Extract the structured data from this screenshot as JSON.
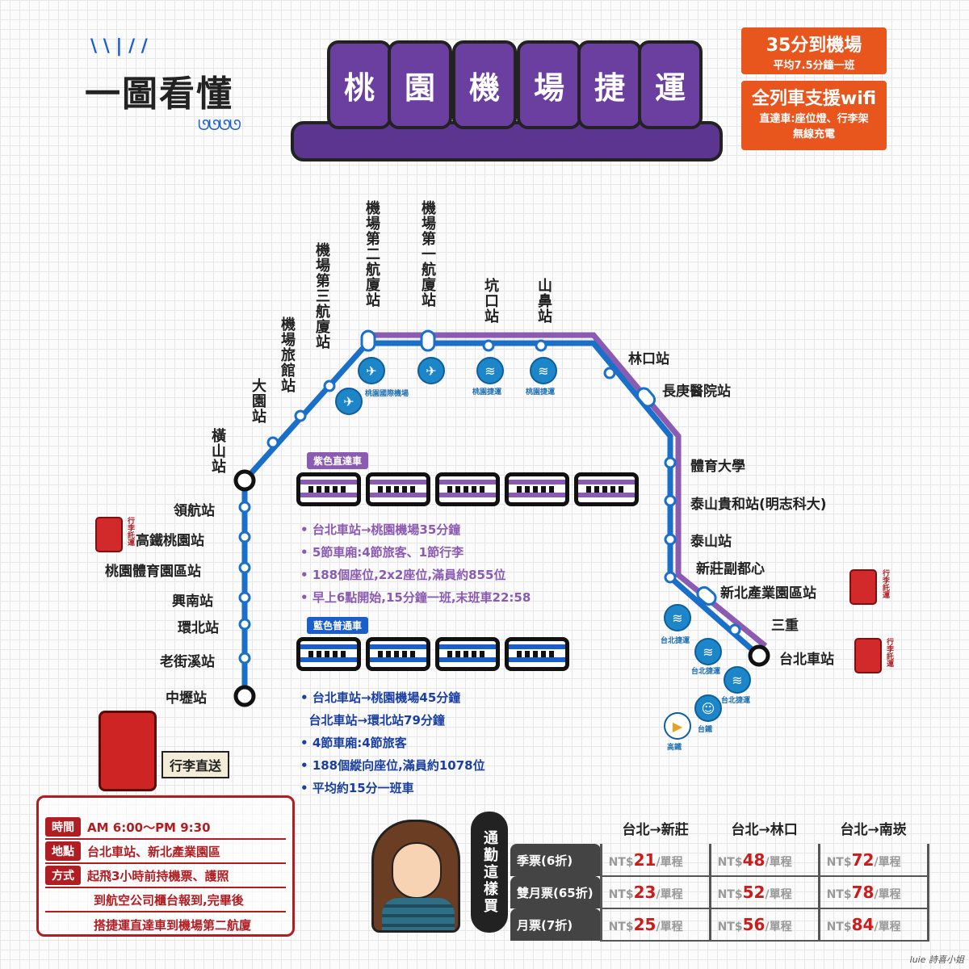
{
  "logo": {
    "text": "一圖看懂",
    "rays": "\\ \\ | / /",
    "wave": "ᘎᘎᘎᘎ"
  },
  "title_seats": [
    "桃",
    "園",
    "機",
    "場",
    "捷",
    "運"
  ],
  "orange_boxes": [
    {
      "big": "35分到機場",
      "small": [
        "平均7.5分鐘一班"
      ]
    },
    {
      "big": "全列車支援wifi",
      "small": [
        "直達車:座位燈、行李架",
        "無線充電"
      ]
    }
  ],
  "colors": {
    "blue": "#1a6fc8",
    "purple": "#8a5bb0",
    "red": "#b01e23",
    "orange": "#e8561e"
  },
  "stations": {
    "zhongli": "中壢站",
    "laojiexi": "老街溪站",
    "huanbei": "環北站",
    "xingnan": "興南站",
    "sports_park": "桃園體育園區站",
    "hsr_taoyuan": "高鐵桃園站",
    "linghang": "領航站",
    "hengshan": "橫山站",
    "dayuan": "大園站",
    "hotel": "機場旅館站",
    "t3": "機場第三航廈站",
    "t2": "機場第二航廈站",
    "t1": "機場第一航廈站",
    "kengkou": "坑口站",
    "shanbi": "山鼻站",
    "linkou": "林口站",
    "changgung": "長庚醫院站",
    "ntsu": "體育大學",
    "taishan_guihe": "泰山貴和站(明志科大)",
    "taishan": "泰山站",
    "xinzhuang": "新莊副都心",
    "new_taipei_ind": "新北產業園區站",
    "sanchong": "三重",
    "taipei": "台北車站"
  },
  "transfer_icons": {
    "airport": "桃園國際機場",
    "metro_ty": "桃園捷運",
    "metro_tp": "台北捷運",
    "tra": "台鐵",
    "hsr": "高鐵",
    "baggage": "行李託運"
  },
  "express": {
    "tag": "紫色直達車",
    "bullets": [
      "台北車站→桃園機場35分鐘",
      "5節車廂:4節旅客、1節行李",
      "188個座位,2x2座位,滿員約855位",
      "早上6點開始,15分鐘一班,末班車22:58"
    ]
  },
  "commuter": {
    "tag": "藍色普通車",
    "bullets": [
      "台北車站→桃園機場45分鐘",
      "台北車站→環北站79分鐘",
      "4節車廂:4節旅客",
      "188個縱向座位,滿員約1078位",
      "平均約15分一班車"
    ]
  },
  "baggage_tag": "行李直送",
  "checkin": {
    "rows": [
      {
        "label": "時間",
        "text": "AM 6:00〜PM 9:30"
      },
      {
        "label": "地點",
        "text": "台北車站、新北產業園區"
      },
      {
        "label": "方式",
        "text": "起飛3小時前持機票、護照"
      },
      {
        "label": "",
        "text": "到航空公司櫃台報到,完畢後"
      },
      {
        "label": "",
        "text": "搭捷運直達車到機場第二航廈"
      }
    ]
  },
  "bubble": "通勤這樣買",
  "fares": {
    "headers": [
      "台北→新莊",
      "台北→林口",
      "台北→南崁"
    ],
    "prefix": "NT$",
    "suffix": "/單程",
    "rows": [
      {
        "label": "季票(6折)",
        "values": [
          "21",
          "48",
          "72"
        ]
      },
      {
        "label": "雙月票(65折)",
        "values": [
          "23",
          "52",
          "78"
        ]
      },
      {
        "label": "月票(7折)",
        "values": [
          "25",
          "56",
          "84"
        ]
      }
    ]
  },
  "signature": "luie 詩喜小姐"
}
